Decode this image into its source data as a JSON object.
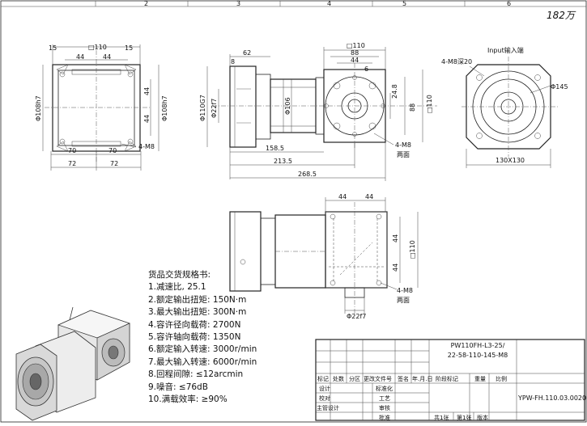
{
  "handwritten_note": "182万",
  "top_ruler": {
    "marks": [
      "2",
      "3",
      "4",
      "5",
      "6"
    ]
  },
  "views": {
    "left": {
      "dims": {
        "top_square": "□110",
        "top_15_left": "15",
        "top_15_right": "15",
        "top_44_left": "44",
        "top_44_right": "44",
        "dia_left": "Φ108h7",
        "dia_right": "Φ108h7",
        "v44_top": "44",
        "v44_bottom": "44",
        "bottom_70_left": "70",
        "bottom_70_right": "70",
        "bottom_72_left": "72",
        "bottom_72_right": "72",
        "thread": "4-M8"
      }
    },
    "middle": {
      "dims": {
        "d62": "62",
        "d8": "8",
        "dia110g7": "Φ110G7",
        "dia22f7": "Φ22f7",
        "dia106": "Φ106",
        "d158_5": "158.5",
        "d213_5": "213.5",
        "d268_5": "268.5",
        "square110": "□110",
        "d88": "88",
        "d44": "44",
        "d6": "6",
        "d24_8": "24.8",
        "d88v": "88",
        "sq110v": "□110",
        "thread": "4-M8",
        "faces": "两面"
      }
    },
    "right": {
      "label": "Input输入端",
      "dims": {
        "thread": "4-M8深20",
        "dia145": "Φ145",
        "size": "130X130"
      }
    },
    "bottom": {
      "dims": {
        "d44a": "44",
        "d44b": "44",
        "v44a": "44",
        "v44b": "44",
        "sq110": "□110",
        "thread": "4-M8",
        "faces": "两面",
        "dia22f7": "Φ22f7"
      }
    }
  },
  "spec": {
    "title": "货品交货规格书:",
    "items": [
      "1.减速比, 25.1",
      "2.额定输出扭矩: 150N·m",
      "3.最大输出扭矩: 300N·m",
      "4.容许径向载荷: 2700N",
      "5.容许轴向载荷: 1350N",
      "6.额定输入转速: 3000r/min",
      "7.最大输入转速: 6000r/min",
      "8.回程间隙: ≤12arcmin",
      "9.噪音: ≤76dB",
      "10.满载效率: ≥90%"
    ]
  },
  "title_block": {
    "model_line1": "PW110FH-L3-25/",
    "model_line2": "22-58-110-145-M8",
    "headers": [
      "标记",
      "处数",
      "分区",
      "更改文件号",
      "签名",
      "年.月.日"
    ],
    "row_labels": [
      "设计",
      "校对",
      "主管设计"
    ],
    "mid_labels": [
      "标准化",
      "工艺",
      "审核",
      "批准"
    ],
    "stage_labels": [
      "阶段标记",
      "重量",
      "比例"
    ],
    "sheet_info": [
      "共1张",
      "第1张",
      "版本"
    ],
    "drawing_no": "YPW-FH.110.03.0020"
  }
}
